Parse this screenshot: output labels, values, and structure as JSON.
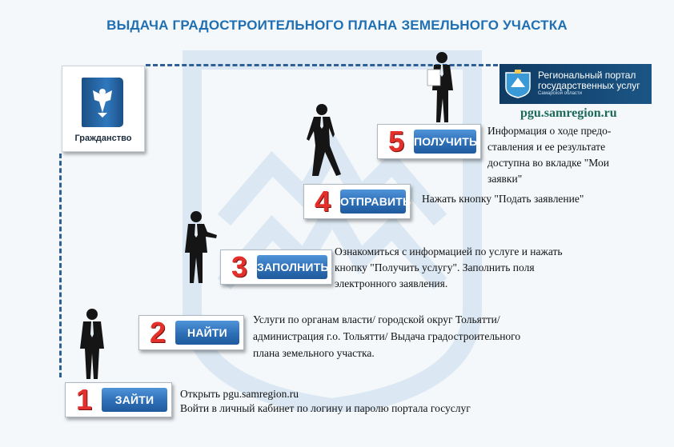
{
  "title": "ВЫДАЧА ГРАДОСТРОИТЕЛЬНОГО ПЛАНА ЗЕМЕЛЬНОГО УЧАСТКА",
  "left_card": {
    "label": "Гражданство"
  },
  "portal": {
    "name_line1": "Региональный портал",
    "name_line2": "государственных услуг",
    "region": "Самарской области",
    "site": "pgu.samregion.ru"
  },
  "steps": [
    {
      "number": "1",
      "action": "ЗАЙТИ",
      "description": [
        "Открыть pgu.samregion.ru",
        "Войти в личный кабинет по логину и паролю портала  госуслуг"
      ]
    },
    {
      "number": "2",
      "action": "НАЙТИ",
      "description": [
        "Услуги по органам власти/ городской округ Тольятти/",
        "администрация г.о. Тольятти/  Выдача градостроительного",
        "плана земельного участка."
      ]
    },
    {
      "number": "3",
      "action": "ЗАПОЛНИТЬ",
      "description": [
        "Ознакомиться с информацией по услуге и нажать",
        "кнопку \"Получить услугу\". Заполнить поля",
        "электронного заявления."
      ]
    },
    {
      "number": "4",
      "action": "ОТПРАВИТЬ",
      "description": [
        "Нажать кнопку \"Подать заявление\""
      ]
    },
    {
      "number": "5",
      "action": "ПОЛУЧИТЬ",
      "description": [
        "Информация о ходе предо-",
        "ставления и ее результате",
        "доступна во вкладке \"Мои",
        "заявки\""
      ]
    }
  ],
  "colors": {
    "title": "#1f6fb2",
    "button": "#2d6fb7",
    "number": "#e3302a",
    "dash": "#2e5f95",
    "site": "#1d6a5a"
  }
}
